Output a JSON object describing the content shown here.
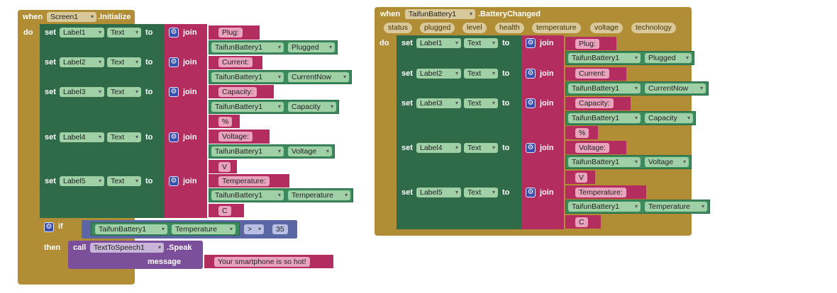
{
  "block1": {
    "when": "when",
    "component": "Screen1",
    "event": ".Initialize",
    "do": "do",
    "set_rows": [
      {
        "set": "set",
        "label": "Label1",
        "prop": "Text",
        "to": "to",
        "join": "join",
        "text1": "Plug: ",
        "component": "TaifunBattery1",
        "property": "Plugged"
      },
      {
        "set": "set",
        "label": "Label2",
        "prop": "Text",
        "to": "to",
        "join": "join",
        "text1": "Current: ",
        "component": "TaifunBattery1",
        "property": "CurrentNow"
      },
      {
        "set": "set",
        "label": "Label3",
        "prop": "Text",
        "to": "to",
        "join": "join",
        "text1": "Capacity: ",
        "component": "TaifunBattery1",
        "property": "Capacity",
        "text2": "%"
      },
      {
        "set": "set",
        "label": "Label4",
        "prop": "Text",
        "to": "to",
        "join": "join",
        "text1": "Voltage: ",
        "component": "TaifunBattery1",
        "property": "Voltage",
        "text2": "V"
      },
      {
        "set": "set",
        "label": "Label5",
        "prop": "Text",
        "to": "to",
        "join": "join",
        "text1": "Temperature: ",
        "component": "TaifunBattery1",
        "property": "Temperature",
        "text2": "C"
      }
    ],
    "if": {
      "if_label": "if",
      "then_label": "then",
      "component": "TaifunBattery1",
      "property": "Temperature",
      "op": ">",
      "value": "35",
      "call": "call",
      "call_component": "TextToSpeech1",
      "method": ".Speak",
      "arg_label": "message",
      "message": "Your smartphone is so hot!"
    }
  },
  "block2": {
    "when": "when",
    "component": "TaifunBattery1",
    "event": ".BatteryChanged",
    "params": [
      "status",
      "plugged",
      "level",
      "health",
      "temperature",
      "voltage",
      "technology"
    ],
    "do": "do",
    "set_rows": [
      {
        "set": "set",
        "label": "Label1",
        "prop": "Text",
        "to": "to",
        "join": "join",
        "text1": "Plug: ",
        "component": "TaifunBattery1",
        "property": "Plugged"
      },
      {
        "set": "set",
        "label": "Label2",
        "prop": "Text",
        "to": "to",
        "join": "join",
        "text1": "Current: ",
        "component": "TaifunBattery1",
        "property": "CurrentNow"
      },
      {
        "set": "set",
        "label": "Label3",
        "prop": "Text",
        "to": "to",
        "join": "join",
        "text1": "Capacity: ",
        "component": "TaifunBattery1",
        "property": "Capacity",
        "text2": "%"
      },
      {
        "set": "set",
        "label": "Label4",
        "prop": "Text",
        "to": "to",
        "join": "join",
        "text1": "Voltage: ",
        "component": "TaifunBattery1",
        "property": "Voltage",
        "text2": "V"
      },
      {
        "set": "set",
        "label": "Label5",
        "prop": "Text",
        "to": "to",
        "join": "join",
        "text1": "Temperature: ",
        "component": "TaifunBattery1",
        "property": "Temperature",
        "text2": "C"
      }
    ]
  },
  "colors": {
    "event": "#b18e35",
    "setter": "#2f6b49",
    "text": "#b32d5e",
    "getter": "#3a8a5e",
    "logic": "#5b67a5",
    "call": "#7b4f9a"
  }
}
